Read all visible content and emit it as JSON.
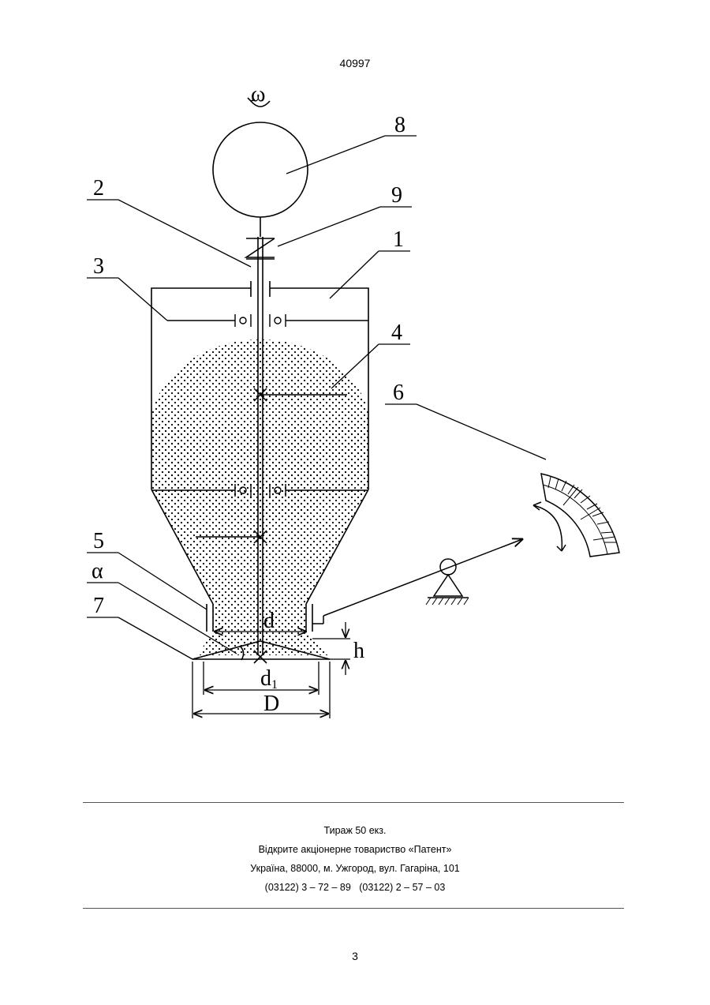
{
  "header": {
    "patent_number": "40997"
  },
  "figure": {
    "labels": {
      "omega": "ω",
      "n1": "1",
      "n2": "2",
      "n3": "3",
      "n4": "4",
      "n5": "5",
      "n6": "6",
      "n7": "7",
      "n8": "8",
      "n9": "9",
      "alpha": "α",
      "d": "d",
      "d1_main": "d",
      "d1_sub": "1",
      "h": "h",
      "D": "D"
    }
  },
  "imprint": {
    "line1": "Тираж 50 екз.",
    "line2": "Відкрите акціонерне товариство «Патент»",
    "line3": "Україна, 88000, м. Ужгород, вул. Гагаріна, 101",
    "line4": "(03122) 3 – 72 – 89   (03122) 2 – 57 – 03"
  },
  "footer": {
    "page_number": "3"
  }
}
